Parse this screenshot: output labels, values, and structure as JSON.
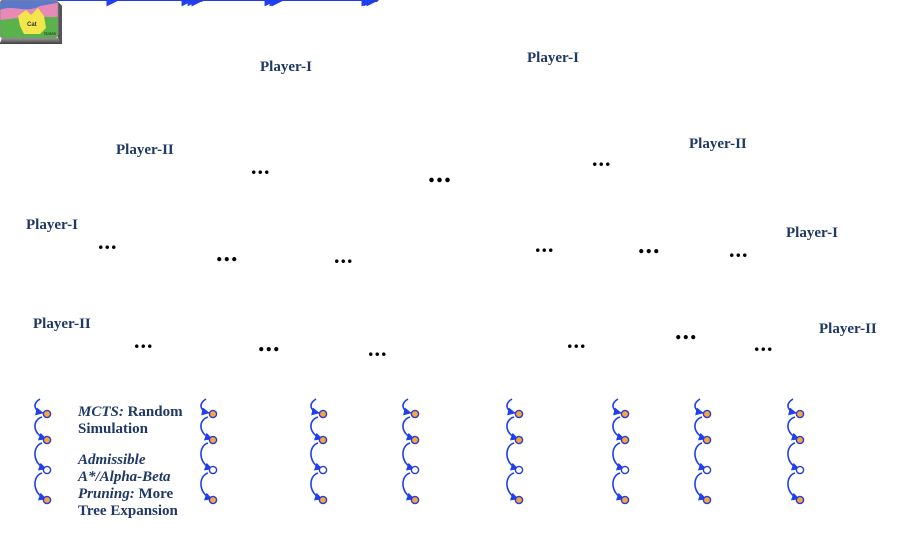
{
  "labels": {
    "player1": "Player-I",
    "player2": "Player-II"
  },
  "ellipsis": "...",
  "node_text": {
    "cat": "Cat",
    "grass": "Grass"
  },
  "notes": {
    "mcts_a": "MCTS:",
    "mcts_b": "Random",
    "mcts_c": "Simulation",
    "adm_1": "Admissible",
    "adm_2": "A*/Alpha-Beta",
    "adm_3a": "Pruning:",
    "adm_3b": "More",
    "adm_4": "Tree Expansion"
  },
  "colors": {
    "edge": "#1f3ff0",
    "label": "#1f3864",
    "dot_fill": "#f5a742",
    "dot_stroke": "#2b3bd1",
    "seg_green": "#59b34a",
    "seg_yellow": "#f3e64b",
    "seg_red": "#e24a23",
    "seg_pink": "#e78ab8",
    "photo_sky": "#8aa2b7",
    "photo_grass": "#6c8f3f"
  }
}
